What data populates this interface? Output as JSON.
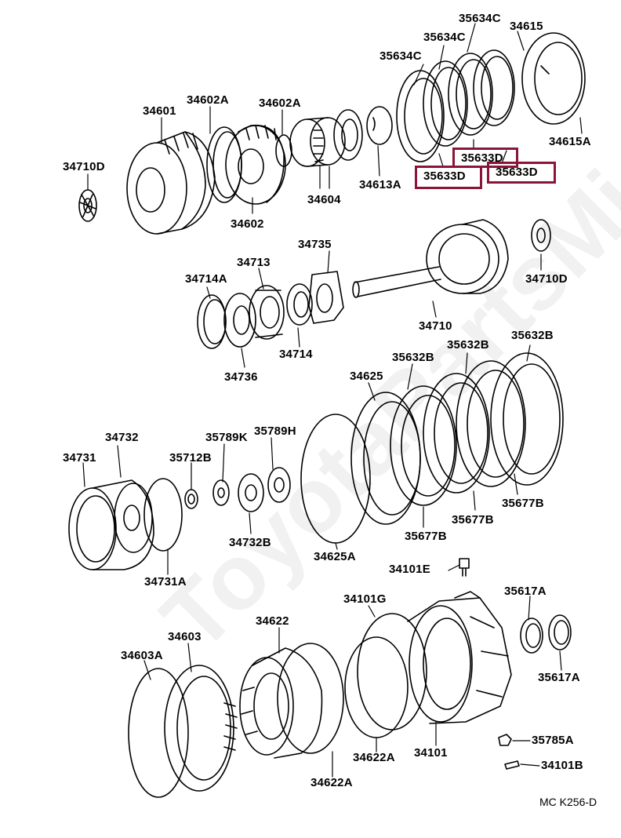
{
  "watermark": "ToyotaPartsMiami",
  "diagram_code": "MC  K256-D",
  "colors": {
    "highlight": "#8b1538",
    "line": "#000000",
    "watermark": "#e8e8e8"
  },
  "labels": {
    "l_35634C_top": "35634C",
    "l_34615": "34615",
    "l_35634C_mid": "35634C",
    "l_35634C_left": "35634C",
    "l_34601": "34601",
    "l_34602A_1": "34602A",
    "l_34602A_2": "34602A",
    "l_34710D_left": "34710D",
    "l_34613A": "34613A",
    "l_34604": "34604",
    "l_34602": "34602",
    "l_34615A": "34615A",
    "l_34735": "34735",
    "l_34713": "34713",
    "l_34714A": "34714A",
    "l_34714": "34714",
    "l_34736": "34736",
    "l_34710": "34710",
    "l_34710D_right": "34710D",
    "l_34625": "34625",
    "l_35632B_1": "35632B",
    "l_35632B_2": "35632B",
    "l_35632B_3": "35632B",
    "l_34732": "34732",
    "l_35789K": "35789K",
    "l_35789H": "35789H",
    "l_34731": "34731",
    "l_35712B": "35712B",
    "l_34732B": "34732B",
    "l_34625A": "34625A",
    "l_34731A": "34731A",
    "l_35677B_1": "35677B",
    "l_35677B_2": "35677B",
    "l_35677B_3": "35677B",
    "l_34101E": "34101E",
    "l_34101G": "34101G",
    "l_35617A_top": "35617A",
    "l_35617A_bot": "35617A",
    "l_34622": "34622",
    "l_34603": "34603",
    "l_34603A": "34603A",
    "l_34622A_1": "34622A",
    "l_34622A_2": "34622A",
    "l_34101": "34101",
    "l_35785A": "35785A",
    "l_34101B": "34101B"
  },
  "highlighted": {
    "h1": "35633D",
    "h2": "35633D",
    "h3": "35633D"
  }
}
